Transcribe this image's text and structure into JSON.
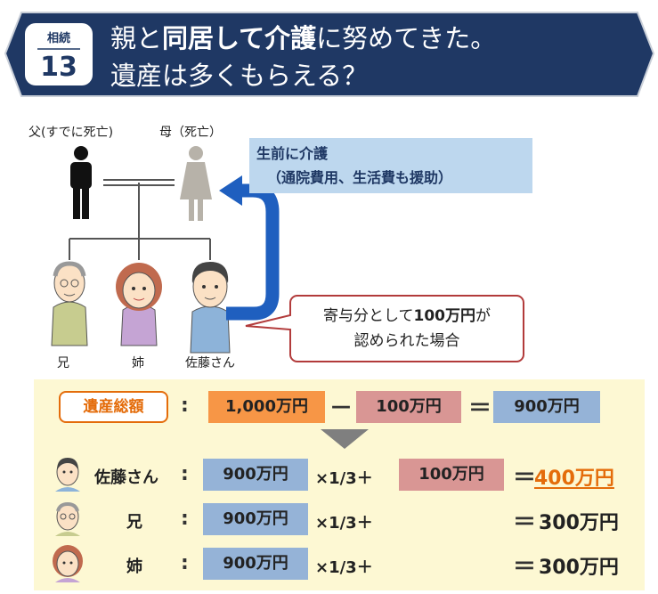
{
  "banner": {
    "badge_label": "相続",
    "badge_number": "13",
    "line1_pre": "親と",
    "line1_bold": "同居して介護",
    "line1_post": "に努めてきた。",
    "line2": "遺産は多くもらえる？"
  },
  "family": {
    "father_label": "父(すでに死亡)",
    "mother_label": "母（死亡）",
    "care_title": "生前に介護",
    "care_detail": "（通院費用、生活費も援助）",
    "children": [
      {
        "label": "兄"
      },
      {
        "label": "姉"
      },
      {
        "label": "佐藤さん"
      }
    ],
    "bubble_pre": "寄与分として",
    "bubble_bold": "100万円",
    "bubble_post": "が",
    "bubble_line2": "認められた場合"
  },
  "calc": {
    "total_label": "遺産総額",
    "colon": ":",
    "estate_total": "1,000万円",
    "minus": "－",
    "contribution": "100万円",
    "equals": "＝",
    "net_estate": "900万円",
    "rows": [
      {
        "name": "佐藤さん",
        "base": "900万円",
        "multiplier": "×1/3＋",
        "extra": "100万円",
        "equals": "＝",
        "result": "400万円"
      },
      {
        "name": "兄",
        "base": "900万円",
        "multiplier": "×1/3＋",
        "equals": "＝",
        "result": "300万円"
      },
      {
        "name": "姉",
        "base": "900万円",
        "multiplier": "×1/3＋",
        "equals": "＝",
        "result": "300万円"
      }
    ]
  },
  "colors": {
    "navy": "#1f3864",
    "orange": "#f79646",
    "pink": "#d99694",
    "blue": "#95b3d7",
    "highlight": "#e46c0a",
    "light_blue": "#bdd7ee",
    "cream": "#fdf8d3"
  }
}
